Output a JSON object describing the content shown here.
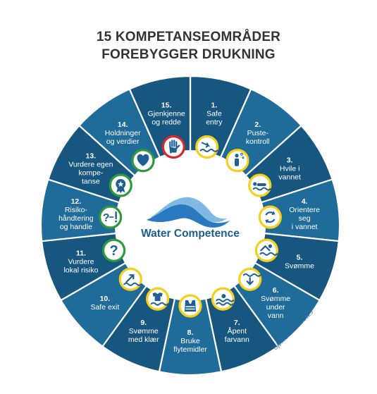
{
  "title": {
    "line1": "15 KOMPETANSEOMRÅDER",
    "line2": "FOREBYGGER DRUKNING"
  },
  "center": {
    "brand": "Water Competence"
  },
  "credit": "Gjølme & Ness, 2023",
  "colors": {
    "segment_dark": "#17577f",
    "segment_light": "#1f6b99",
    "divider": "#ffffff",
    "ring_yellow": "#f4cf1b",
    "ring_green": "#2f9a3d",
    "ring_red": "#d7272e",
    "icon_blue": "#1f5f93"
  },
  "segments": [
    {
      "number": "1.",
      "lines": [
        "Safe",
        "entry"
      ],
      "icon": "dive-into-water-icon",
      "ring": "yellow"
    },
    {
      "number": "2.",
      "lines": [
        "Puste-",
        "kontroll"
      ],
      "icon": "breath-control-icon",
      "ring": "yellow"
    },
    {
      "number": "3.",
      "lines": [
        "Hvile i",
        "vannet"
      ],
      "icon": "floating-rest-icon",
      "ring": "yellow"
    },
    {
      "number": "4.",
      "lines": [
        "Orientere",
        "seg",
        "i vannet"
      ],
      "icon": "orientation-arrows-icon",
      "ring": "yellow"
    },
    {
      "number": "5.",
      "lines": [
        "Svømme"
      ],
      "icon": "swimmer-icon",
      "ring": "yellow"
    },
    {
      "number": "6.",
      "lines": [
        "Svømme",
        "under",
        "vann"
      ],
      "icon": "underwater-swim-icon",
      "ring": "yellow"
    },
    {
      "number": "7.",
      "lines": [
        "Åpent",
        "farvann"
      ],
      "icon": "open-water-icon",
      "ring": "yellow"
    },
    {
      "number": "8.",
      "lines": [
        "Bruke",
        "flytemidler"
      ],
      "icon": "life-vest-icon",
      "ring": "yellow"
    },
    {
      "number": "9.",
      "lines": [
        "Svømme",
        "med klær"
      ],
      "icon": "clothed-swim-icon",
      "ring": "yellow"
    },
    {
      "number": "10.",
      "lines": [
        "Safe exit"
      ],
      "icon": "exit-water-icon",
      "ring": "yellow"
    },
    {
      "number": "11.",
      "lines": [
        "Vurdere",
        "lokal risiko"
      ],
      "icon": "question-mark-icon",
      "ring": "green"
    },
    {
      "number": "12.",
      "lines": [
        "Risiko-",
        "håndtering",
        "og handle"
      ],
      "icon": "question-arrow-exclamation-icon",
      "ring": "green"
    },
    {
      "number": "13.",
      "lines": [
        "Vurdere egen",
        "kompe-",
        "tanse"
      ],
      "icon": "award-rosette-icon",
      "ring": "green"
    },
    {
      "number": "14.",
      "lines": [
        "Holdninger",
        "og verdier"
      ],
      "icon": "heart-icon",
      "ring": "green"
    },
    {
      "number": "15.",
      "lines": [
        "Gjenkjenne",
        "og redde"
      ],
      "icon": "raised-hand-icon",
      "ring": "red"
    }
  ]
}
